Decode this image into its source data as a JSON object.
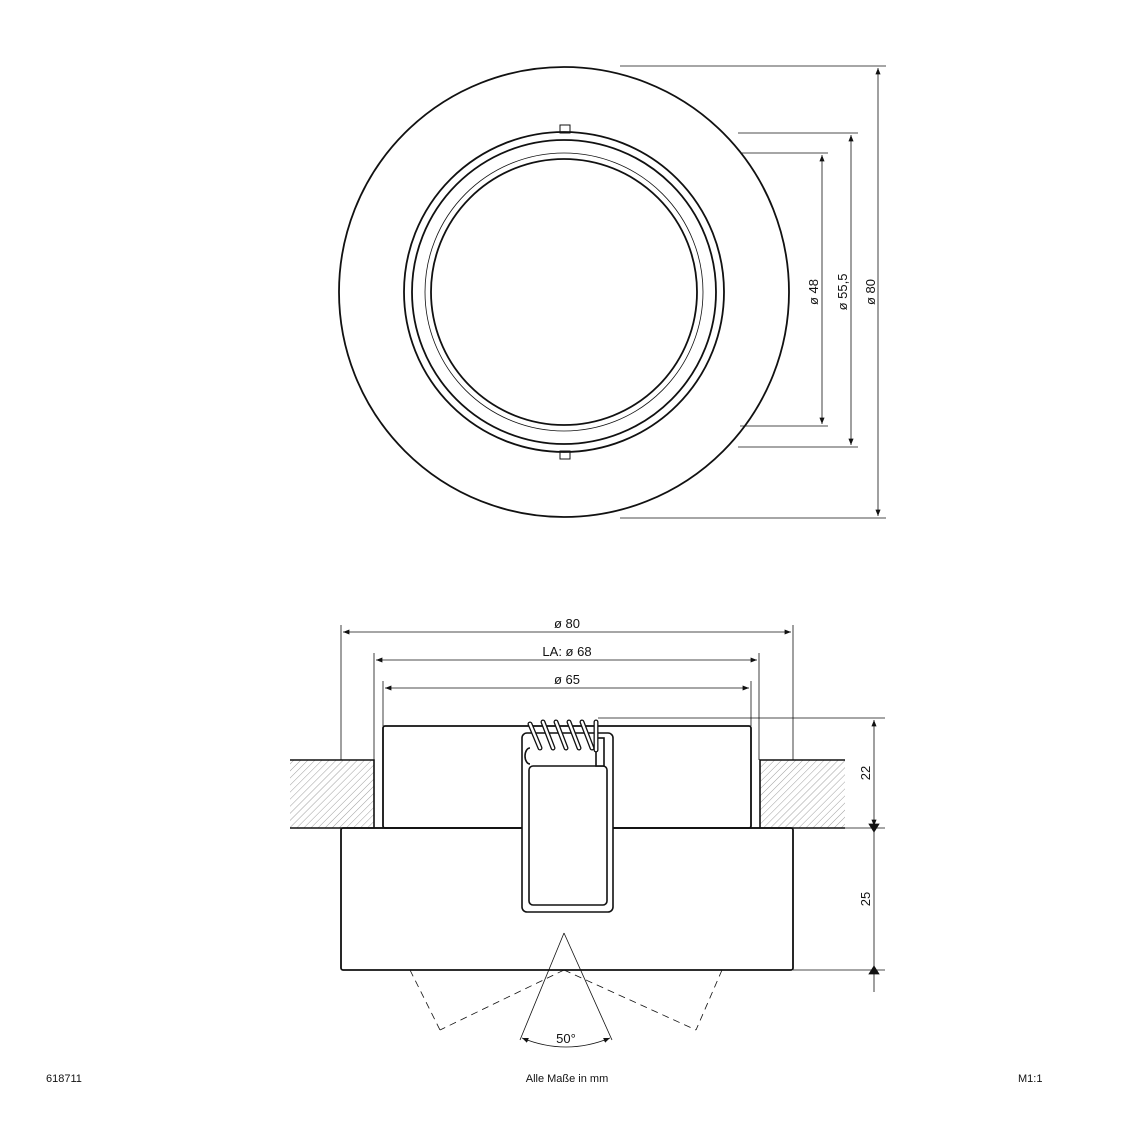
{
  "top_view": {
    "dimensions": {
      "outer": "ø 80",
      "ring": "ø 55,5",
      "inner": "ø 48"
    }
  },
  "side_view": {
    "dimensions": {
      "outer": "ø 80",
      "cutout": "LA: ø 68",
      "body": "ø 65",
      "height_recessed": "22",
      "height_flange": "25",
      "tilt_angle": "50°"
    }
  },
  "footer": {
    "article_number": "618711",
    "note": "Alle Maße in mm",
    "scale": "M1:1"
  }
}
